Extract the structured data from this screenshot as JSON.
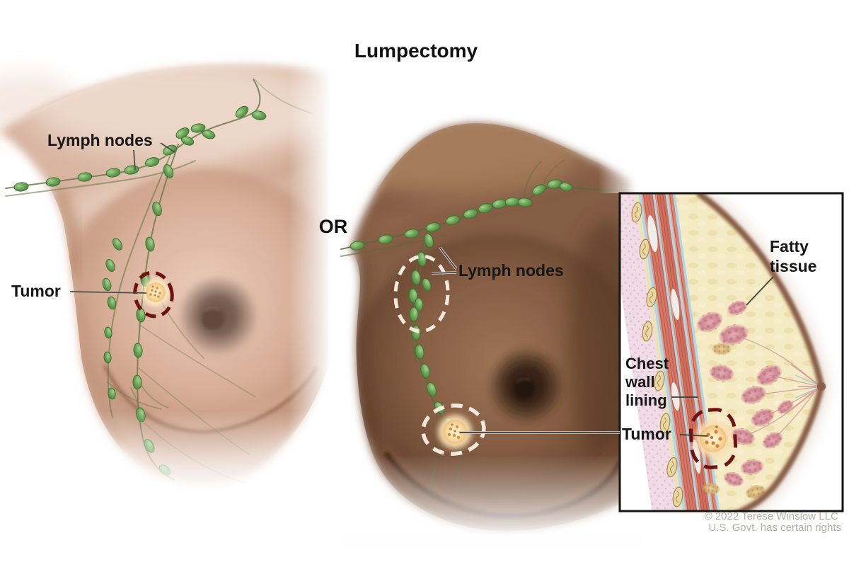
{
  "title": "Lumpectomy",
  "connector": {
    "or_label": "OR"
  },
  "figures": {
    "left": {
      "labels": {
        "lymph_nodes": "Lymph nodes",
        "tumor": "Tumor"
      }
    },
    "right": {
      "labels": {
        "lymph_nodes": "Lymph nodes"
      }
    }
  },
  "inset": {
    "labels": {
      "fatty_tissue": {
        "lines": [
          "Fatty",
          "tissue"
        ]
      },
      "chest_wall_lining": {
        "lines": [
          "Chest",
          "wall",
          "lining"
        ]
      },
      "tumor": "Tumor"
    }
  },
  "credit": {
    "lines": [
      "© 2022 Terese Winslow LLC",
      "U.S. Govt. has certain rights"
    ]
  },
  "palette": {
    "label_text": "#161616",
    "credit_text": "#b3aea8",
    "skin_light": "#d9b5a2",
    "skin_dark": "#845d44",
    "lymph_node_green": "#63a04e",
    "vessel_olive": "#6d7b4d",
    "tumor_fill": "#f6d79e",
    "tumor_speckle": "#d98f42",
    "removal_dash_dark_red": "#6e1212",
    "removal_dash_white": "#f3e9dc",
    "inset_border": "#141414",
    "muscle_red": "#d4796a",
    "fascia_blue": "#a9d9ea",
    "fat_cream": "#f4eac3",
    "lobule_pink": "#cf8794",
    "chest_wall_pink": "#f1dbe4",
    "skin_outline_brown": "#8a5e47"
  }
}
